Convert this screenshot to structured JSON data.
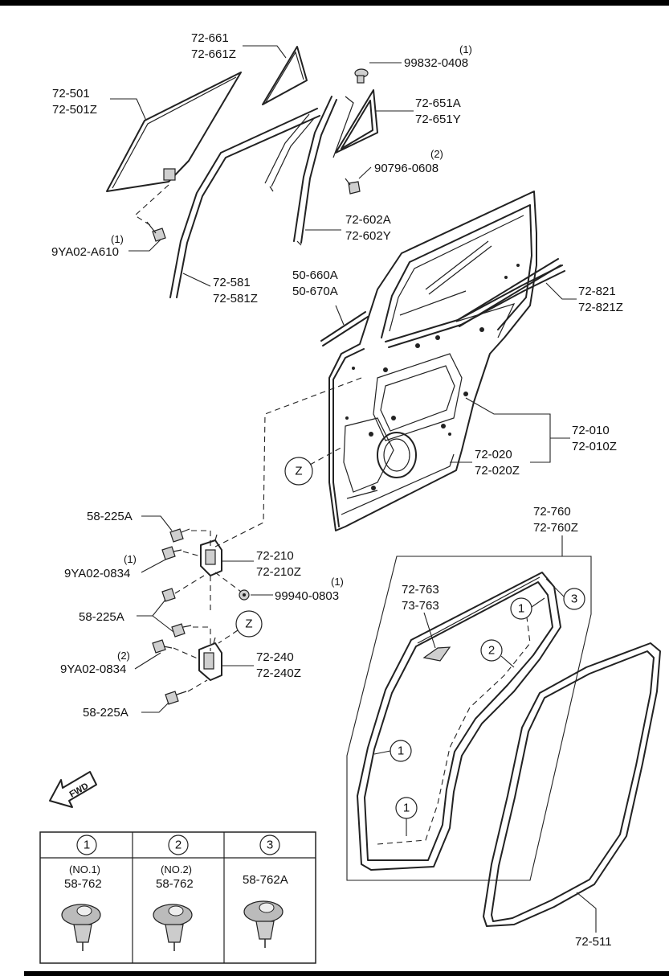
{
  "callouts": {
    "quarter_glass": [
      "72-661",
      "72-661Z"
    ],
    "screw_99832": {
      "qty": "(1)",
      "part": "99832-0408"
    },
    "door_glass": [
      "72-501",
      "72-501Z"
    ],
    "quarter_frame": [
      "72-651A",
      "72-651Y"
    ],
    "screw_90796": {
      "qty": "(2)",
      "part": "90796-0608"
    },
    "division_bar": [
      "72-602A",
      "72-602Y"
    ],
    "bolt_9ya02_a610": {
      "qty": "(1)",
      "part": "9YA02-A610"
    },
    "glass_run": [
      "72-581",
      "72-581Z"
    ],
    "weatherstrip_outer_a": [
      "50-660A",
      "50-670A"
    ],
    "inner_weatherstrip": [
      "72-821",
      "72-821Z"
    ],
    "door_shell": [
      "72-010",
      "72-010Z"
    ],
    "door_panel": [
      "72-020",
      "72-020Z"
    ],
    "z_marker": "Z",
    "bolt_58225a_top": "58-225A",
    "bolt_9ya02_0834_a": {
      "qty": "(1)",
      "part": "9YA02-0834"
    },
    "upper_hinge": [
      "72-210",
      "72-210Z"
    ],
    "nut_99940": {
      "qty": "(1)",
      "part": "99940-0803"
    },
    "bolt_58225a_mid": "58-225A",
    "lower_hinge": [
      "72-240",
      "72-240Z"
    ],
    "bolt_9ya02_0834_b": {
      "qty": "(2)",
      "part": "9YA02-0834"
    },
    "bolt_58225a_bottom": "58-225A",
    "weatherstrip_group": [
      "72-760",
      "72-760Z"
    ],
    "seal_small": [
      "72-763",
      "73-763"
    ],
    "opening_seal": "72-511",
    "fwd_label": "FWD"
  },
  "clip_markers": [
    "1",
    "2",
    "3"
  ],
  "legend_table": {
    "headers": [
      "1",
      "2",
      "3"
    ],
    "rows": [
      {
        "note": "(NO.1)",
        "part": "58-762"
      },
      {
        "note": "(NO.2)",
        "part": "58-762"
      },
      {
        "note": "",
        "part": "58-762A"
      }
    ]
  }
}
